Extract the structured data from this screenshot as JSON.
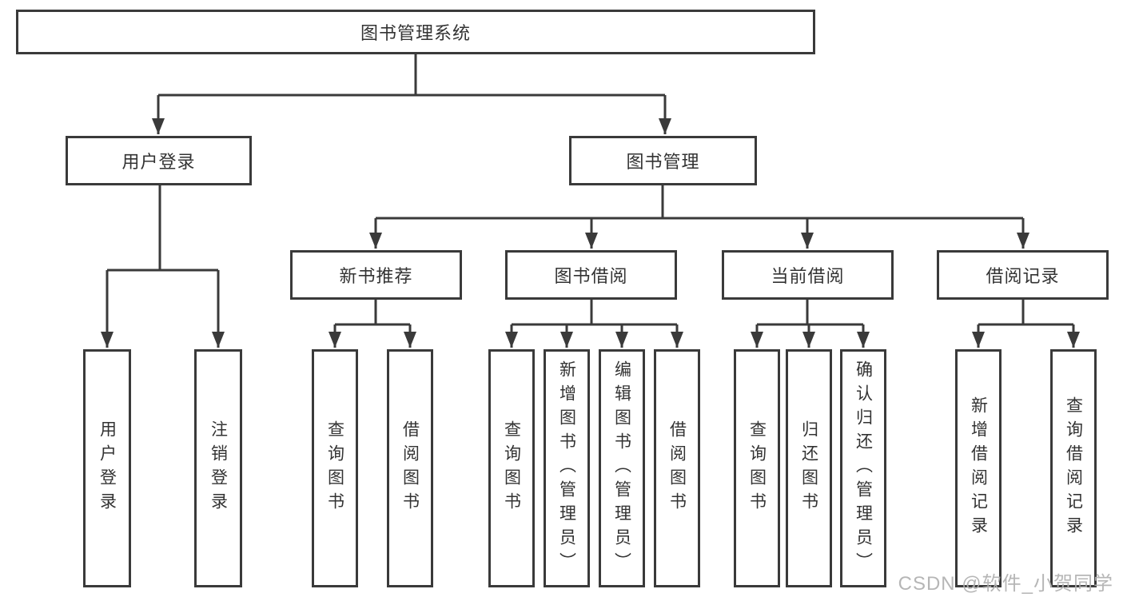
{
  "diagram_type": "hierarchy-tree",
  "tree": {
    "root": {
      "label": "图书管理系统",
      "children": [
        {
          "label": "用户登录",
          "children": [
            {
              "label": "用户登录"
            },
            {
              "label": "注销登录"
            }
          ]
        },
        {
          "label": "图书管理",
          "children": [
            {
              "label": "新书推荐",
              "children": [
                {
                  "label": "查询图书"
                },
                {
                  "label": "借阅图书"
                }
              ]
            },
            {
              "label": "图书借阅",
              "children": [
                {
                  "label": "查询图书"
                },
                {
                  "label": "新增图书（管理员）"
                },
                {
                  "label": "编辑图书（管理员）"
                },
                {
                  "label": "借阅图书"
                }
              ]
            },
            {
              "label": "当前借阅",
              "children": [
                {
                  "label": "查询图书"
                },
                {
                  "label": "归还图书"
                },
                {
                  "label": "确认归还（管理员）"
                }
              ]
            },
            {
              "label": "借阅记录",
              "children": [
                {
                  "label": "新增借阅记录"
                },
                {
                  "label": "查询借阅记录"
                }
              ]
            }
          ]
        }
      ]
    }
  },
  "watermark": {
    "text": "CSDN @软件_小贺同学"
  },
  "colors": {
    "background": "#ffffff",
    "line": "#3a3a3a",
    "box_border": "#3a3a3a",
    "text": "#333333",
    "watermark": "#b0b0b0"
  }
}
